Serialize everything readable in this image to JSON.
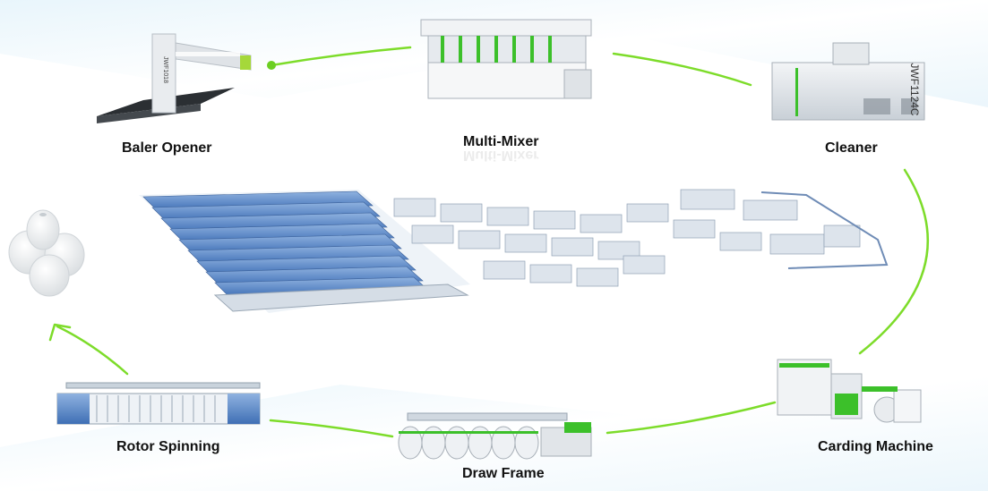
{
  "stages": [
    {
      "id": "baler-opener",
      "label": "Baler Opener"
    },
    {
      "id": "multi-mixer",
      "label": "Multi-Mixer"
    },
    {
      "id": "cleaner",
      "label": "Cleaner"
    },
    {
      "id": "carding-machine",
      "label": "Carding Machine"
    },
    {
      "id": "draw-frame",
      "label": "Draw Frame"
    },
    {
      "id": "rotor-spinning",
      "label": "Rotor Spinning"
    }
  ],
  "machine_markings": {
    "baler_opener_brand": "JWF1018",
    "cleaner_model": "JWF1124C"
  },
  "colors": {
    "flow_line": "#7ddc2a",
    "accent_green": "#3cc02a",
    "machine_blue": "#5b86c8",
    "machine_grey": "#d8dde2"
  }
}
